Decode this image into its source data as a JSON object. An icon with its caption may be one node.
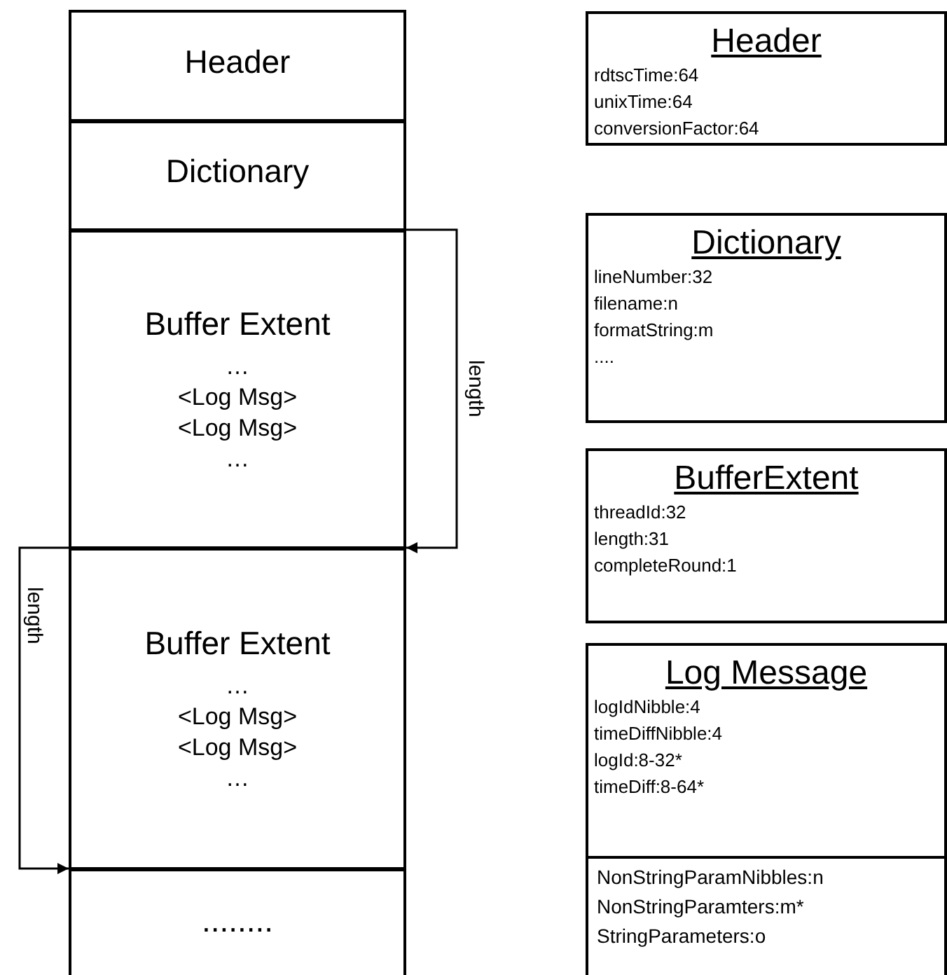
{
  "diagram": {
    "nodes": [
      {
        "text": [
          "Header"
        ]
      },
      {
        "text": [
          "Dictionary"
        ]
      },
      {
        "text": [
          "Buffer Extent",
          "…",
          "<Log Msg>",
          "<Log Msg>",
          "…"
        ]
      },
      {
        "text": [
          "Buffer Extent",
          "…",
          "<Log Msg>",
          "<Log Msg>",
          "…"
        ]
      },
      {
        "text": [
          "........"
        ]
      },
      {
        "text": [
          "Header",
          "rdtscTime:64",
          "unixTime:64",
          "conversionFactor:64"
        ]
      },
      {
        "text": [
          "Dictionary",
          "lineNumber:32",
          "filename:n",
          "formatString:m",
          "...."
        ]
      },
      {
        "text": [
          "BufferExtent",
          "threadId:32",
          "length:31",
          "completeRound:1"
        ]
      },
      {
        "text": [
          "Log Message",
          "logIdNibble:4",
          "timeDiffNibble:4",
          "logId:8-32*",
          "timeDiff:8-64*"
        ]
      },
      {
        "text": [
          "NonStringParamNibbles:n",
          "NonStringParamters:m*",
          "StringParameters:o"
        ],
        "in": 8
      }
    ],
    "edges": [
      {
        "from": 2,
        "to": 3,
        "arrow": "to",
        "label": "length"
      },
      {
        "from": 3,
        "to": 4,
        "arrow": "to",
        "label": "length"
      }
    ]
  }
}
